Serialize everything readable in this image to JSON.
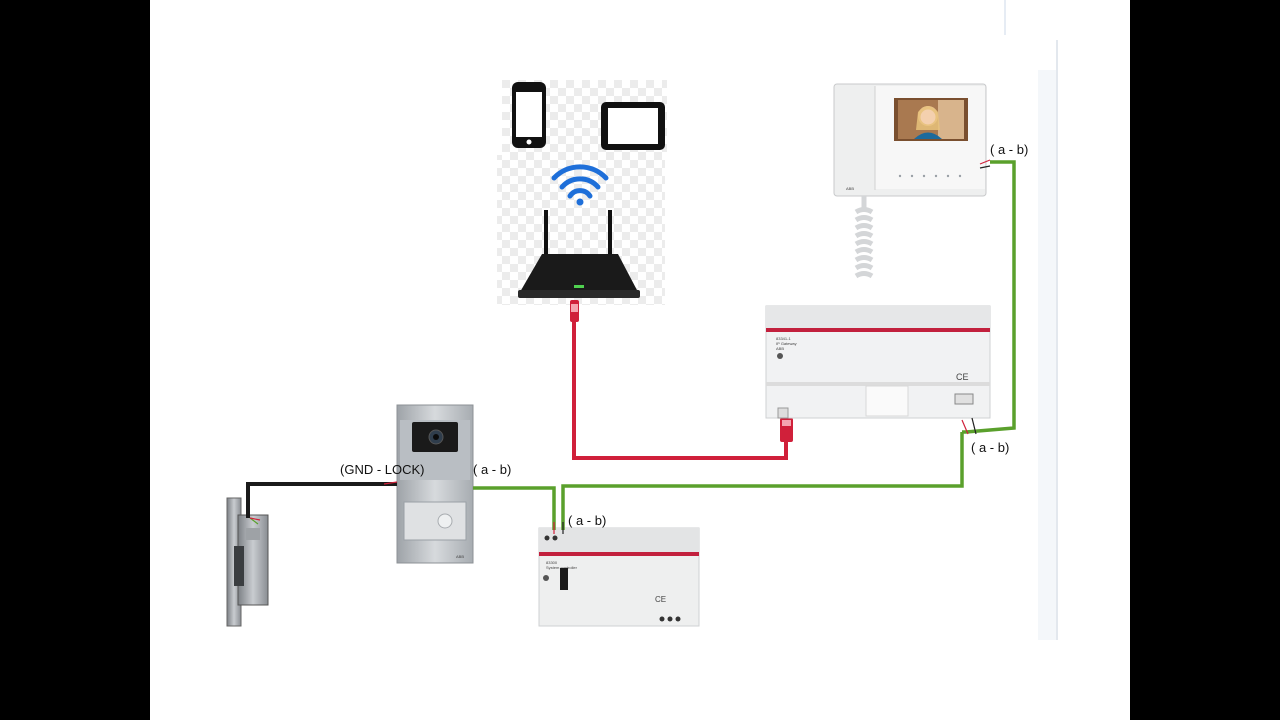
{
  "labels": {
    "monitor_ab": "( a - b)",
    "gateway_ab": "( a - b)",
    "doorpanel_ab": "( a - b)",
    "controller_ab": "( a - b)",
    "lock_wire": "(GND - LOCK)"
  },
  "device_text": {
    "gateway_model": "83341-1",
    "gateway_name": "IP Gateway",
    "gateway_brand": "ABB",
    "controller_model": "83300",
    "controller_name": "System controller",
    "monitor_brand": "ABB",
    "doorpanel_brand": "ABB"
  },
  "colors": {
    "bus_wire": "#5aa02c",
    "ethernet_cable": "#d0203a",
    "lock_cable": "#1a1a1a",
    "wifi": "#1e6fd9"
  }
}
